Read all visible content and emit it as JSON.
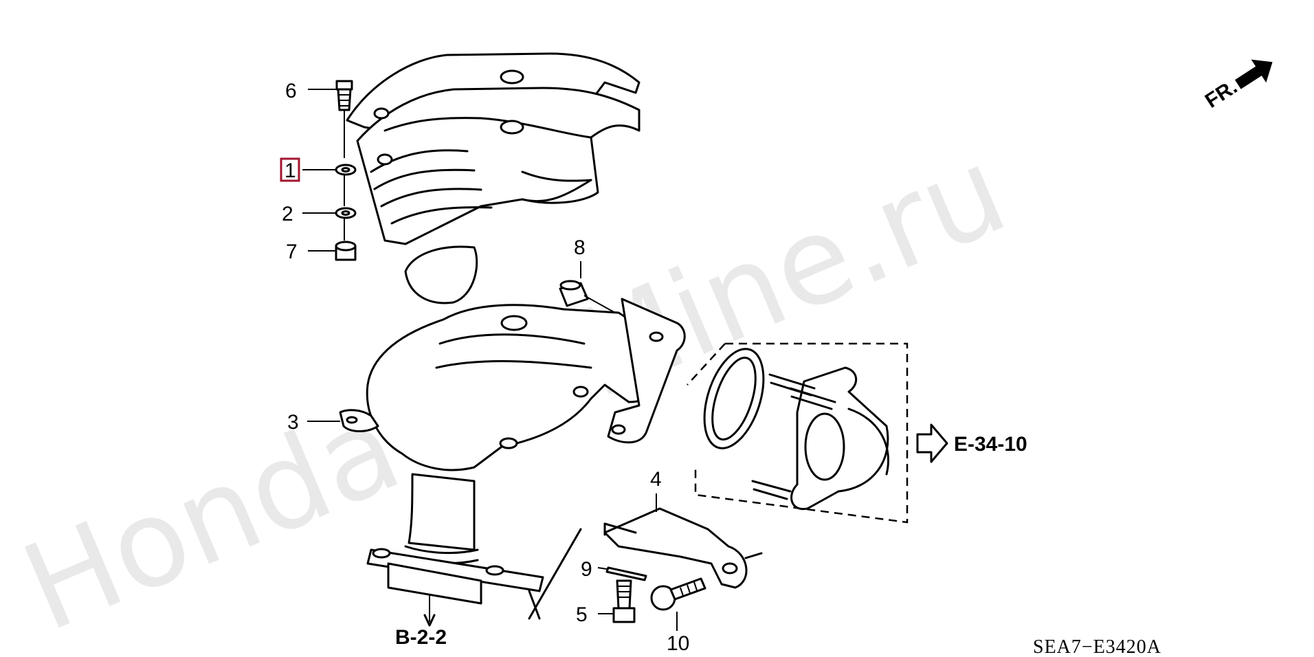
{
  "watermark": "HondaCarMine.ru",
  "orientation": "FR.",
  "diagram_code": "SEA7−E3420A",
  "highlighted_part": "1",
  "callouts": {
    "p1": "1",
    "p2": "2",
    "p3": "3",
    "p4": "4",
    "p5": "5",
    "p6": "6",
    "p7": "7",
    "p8": "8",
    "p9": "9",
    "p10": "10"
  },
  "references": {
    "exhaust_pipe": "E-34-10",
    "engine_block": "B-2-2"
  },
  "colors": {
    "highlight": "#a3152f",
    "watermark": "#e9e9e9",
    "line": "#000000"
  }
}
